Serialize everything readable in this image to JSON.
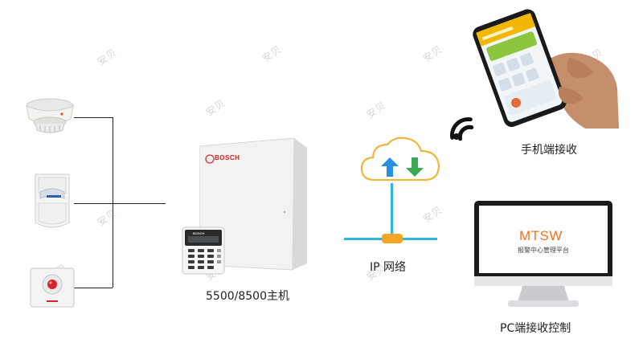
{
  "watermark": "安贝",
  "panel": {
    "brand": "BOSCH",
    "keypad_brand": "BOSCH",
    "caption": "5500/8500主机"
  },
  "network": {
    "caption": "IP 网络"
  },
  "phone": {
    "caption": "手机端接收"
  },
  "monitor": {
    "title": "MTSW",
    "subtitle": "报警中心管理平台",
    "caption": "PC端接收控制"
  },
  "colors": {
    "cloud_stroke": "#f0b63c",
    "arrow_up": "#2a8fe0",
    "arrow_down": "#3aa856",
    "network_line": "#32b6d6",
    "connector": "#f5a623",
    "mtsw": "#f07020"
  }
}
